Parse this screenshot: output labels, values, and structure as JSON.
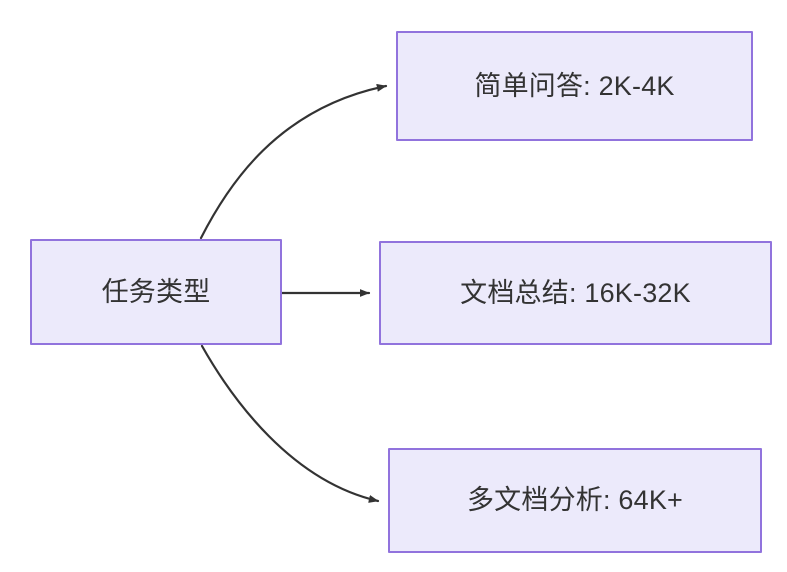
{
  "diagram": {
    "type": "flowchart",
    "direction": "left-to-right",
    "background_color": "#ffffff",
    "node_fill_color": "#ECEAFB",
    "node_border_color": "#9173DD",
    "node_text_color": "#333333",
    "edge_color": "#333333",
    "nodes": {
      "source": {
        "label": "任务类型"
      },
      "simple_qa": {
        "label": "简单问答: 2K-4K"
      },
      "doc_summary": {
        "label": "文档总结: 16K-32K"
      },
      "multi_doc": {
        "label": "多文档分析: 64K+"
      }
    },
    "edges": [
      {
        "from": "任务类型",
        "to": "简单问答: 2K-4K",
        "style": "curved",
        "label": ""
      },
      {
        "from": "任务类型",
        "to": "文档总结: 16K-32K",
        "style": "straight",
        "label": ""
      },
      {
        "from": "任务类型",
        "to": "多文档分析: 64K+",
        "style": "curved",
        "label": ""
      }
    ]
  }
}
